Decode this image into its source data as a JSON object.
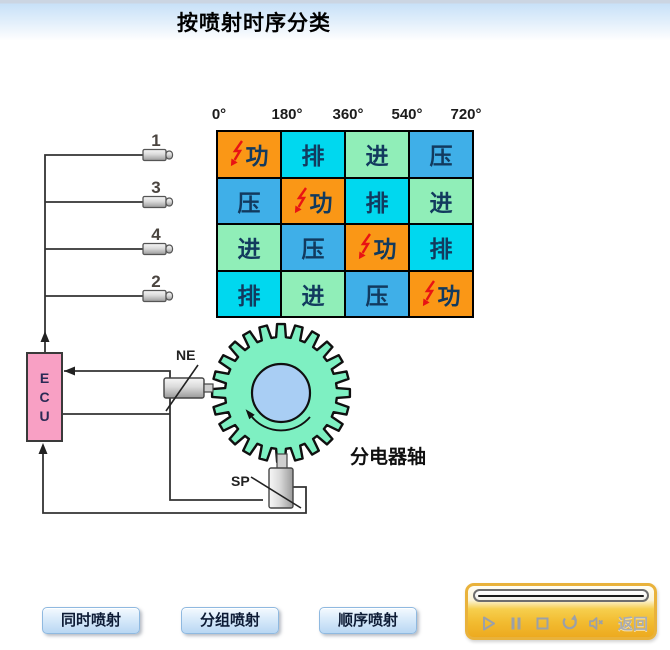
{
  "header": {
    "title": "按喷射时序分类"
  },
  "timing_table": {
    "degree_labels": [
      "0°",
      "180°",
      "360°",
      "540°",
      "720°"
    ],
    "phase_legend": {
      "power": "功",
      "exhaust": "排",
      "intake": "进",
      "compress": "压"
    },
    "colors": {
      "power": "#FA9716",
      "exhaust": "#00D8EF",
      "intake": "#90EEB8",
      "compress": "#3FAFE8",
      "lightning": "#E81313"
    },
    "cells": [
      {
        "label": "功",
        "phase": "power"
      },
      {
        "label": "排",
        "phase": "exhaust"
      },
      {
        "label": "进",
        "phase": "intake"
      },
      {
        "label": "压",
        "phase": "compress"
      },
      {
        "label": "压",
        "phase": "compress"
      },
      {
        "label": "功",
        "phase": "power"
      },
      {
        "label": "排",
        "phase": "exhaust"
      },
      {
        "label": "进",
        "phase": "intake"
      },
      {
        "label": "进",
        "phase": "intake"
      },
      {
        "label": "压",
        "phase": "compress"
      },
      {
        "label": "功",
        "phase": "power"
      },
      {
        "label": "排",
        "phase": "exhaust"
      },
      {
        "label": "排",
        "phase": "exhaust"
      },
      {
        "label": "进",
        "phase": "intake"
      },
      {
        "label": "压",
        "phase": "compress"
      },
      {
        "label": "功",
        "phase": "power"
      }
    ]
  },
  "schematic": {
    "ecu_letters": [
      "E",
      "C",
      "U"
    ],
    "injector_numbers": [
      "1",
      "3",
      "4",
      "2"
    ],
    "ne_sensor_label": "NE",
    "sp_sensor_label": "SP",
    "distributor_shaft_label": "分电器轴",
    "ecu_color": "#F8A0C4",
    "gear_color": "#7EF0C2",
    "hub_color": "#A9CEF4"
  },
  "mode_buttons": [
    {
      "label": "同时喷射"
    },
    {
      "label": "分组喷射"
    },
    {
      "label": "顺序喷射"
    }
  ],
  "player": {
    "return_label": "返回",
    "icons": [
      "play-icon",
      "pause-icon",
      "stop-icon",
      "replay-icon",
      "mute-icon"
    ]
  }
}
